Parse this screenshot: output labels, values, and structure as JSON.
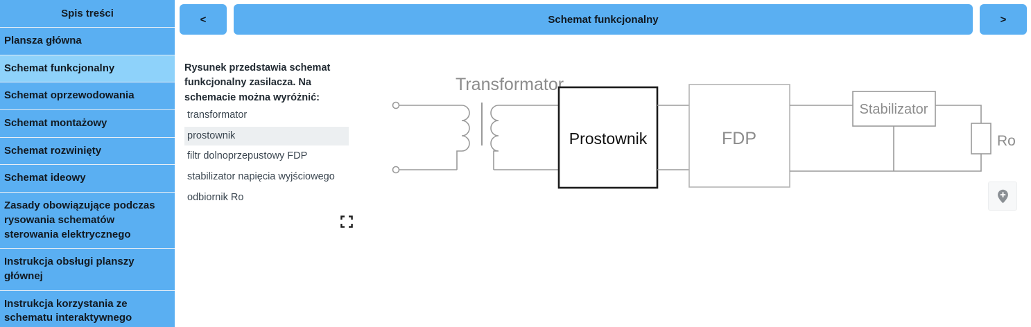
{
  "sidebar": {
    "title": "Spis treści",
    "items": [
      {
        "label": "Plansza główna",
        "active": false
      },
      {
        "label": "Schemat funkcjonalny",
        "active": true
      },
      {
        "label": "Schemat oprzewodowania",
        "active": false
      },
      {
        "label": "Schemat montażowy",
        "active": false
      },
      {
        "label": "Schemat rozwinięty",
        "active": false
      },
      {
        "label": "Schemat ideowy",
        "active": false
      },
      {
        "label": "Zasady obowiązujące podczas rysowania schematów sterowania elektrycznego",
        "active": false
      },
      {
        "label": "Instrukcja obsługi planszy głównej",
        "active": false
      },
      {
        "label": "Instrukcja korzystania ze schematu interaktywnego",
        "active": false
      }
    ]
  },
  "topbar": {
    "prev_label": "<",
    "next_label": ">",
    "title": "Schemat funkcjonalny"
  },
  "description": {
    "lead": "Rysunek przedstawia schemat funkcjonalny zasilacza. Na schemacie można wyróżnić:",
    "items": [
      {
        "label": "transformator",
        "highlight": false
      },
      {
        "label": "prostownik",
        "highlight": true
      },
      {
        "label": "filtr dolnoprzepustowy FDP",
        "highlight": false
      },
      {
        "label": "stabilizator napięcia wyjściowego",
        "highlight": false
      },
      {
        "label": "odbiornik Ro",
        "highlight": false
      }
    ]
  },
  "icons": {
    "fullscreen": "fullscreen-icon",
    "add_marker": "map-pin-plus-icon"
  },
  "diagram": {
    "transformer_label": "Transformator",
    "blocks": [
      {
        "name": "prostownik",
        "label": "Prostownik",
        "selected": true
      },
      {
        "name": "fdp",
        "label": "FDP",
        "selected": false
      },
      {
        "name": "stabilizator",
        "label": "Stabilizator",
        "selected": false
      }
    ],
    "load_label": "Ro"
  },
  "colors": {
    "sidebar_bg": "#5aaff2",
    "sidebar_active": "#8ed2fa",
    "highlight_bg": "#eceff1",
    "wire": "#9a9a9a",
    "selected_stroke": "#1a1a1a",
    "label_gray": "#8c8c8c"
  }
}
